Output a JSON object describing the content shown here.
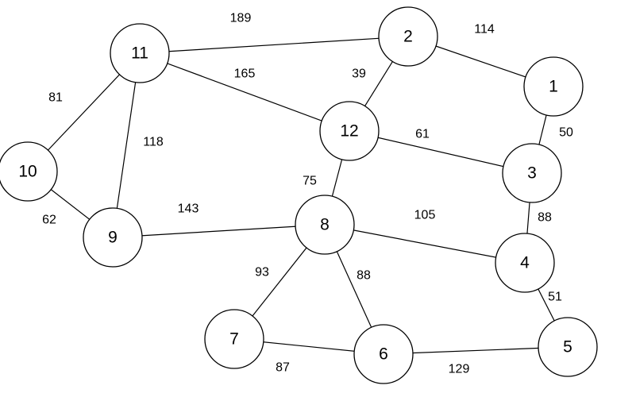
{
  "graph": {
    "nodes": [
      {
        "id": "1",
        "label": "1"
      },
      {
        "id": "2",
        "label": "2"
      },
      {
        "id": "3",
        "label": "3"
      },
      {
        "id": "4",
        "label": "4"
      },
      {
        "id": "5",
        "label": "5"
      },
      {
        "id": "6",
        "label": "6"
      },
      {
        "id": "7",
        "label": "7"
      },
      {
        "id": "8",
        "label": "8"
      },
      {
        "id": "9",
        "label": "9"
      },
      {
        "id": "10",
        "label": "10"
      },
      {
        "id": "11",
        "label": "11"
      },
      {
        "id": "12",
        "label": "12"
      }
    ],
    "edges": [
      {
        "from": "11",
        "to": "2",
        "weight": "189"
      },
      {
        "from": "2",
        "to": "1",
        "weight": "114"
      },
      {
        "from": "11",
        "to": "12",
        "weight": "165"
      },
      {
        "from": "2",
        "to": "12",
        "weight": "39"
      },
      {
        "from": "11",
        "to": "10",
        "weight": "81"
      },
      {
        "from": "11",
        "to": "9",
        "weight": "118"
      },
      {
        "from": "1",
        "to": "3",
        "weight": "50"
      },
      {
        "from": "12",
        "to": "3",
        "weight": "61"
      },
      {
        "from": "10",
        "to": "9",
        "weight": "62"
      },
      {
        "from": "12",
        "to": "8",
        "weight": "75"
      },
      {
        "from": "9",
        "to": "8",
        "weight": "143"
      },
      {
        "from": "8",
        "to": "4",
        "weight": "105"
      },
      {
        "from": "3",
        "to": "4",
        "weight": "88"
      },
      {
        "from": "8",
        "to": "7",
        "weight": "93"
      },
      {
        "from": "8",
        "to": "6",
        "weight": "88"
      },
      {
        "from": "4",
        "to": "5",
        "weight": "51"
      },
      {
        "from": "7",
        "to": "6",
        "weight": "87"
      },
      {
        "from": "6",
        "to": "5",
        "weight": "129"
      }
    ]
  }
}
